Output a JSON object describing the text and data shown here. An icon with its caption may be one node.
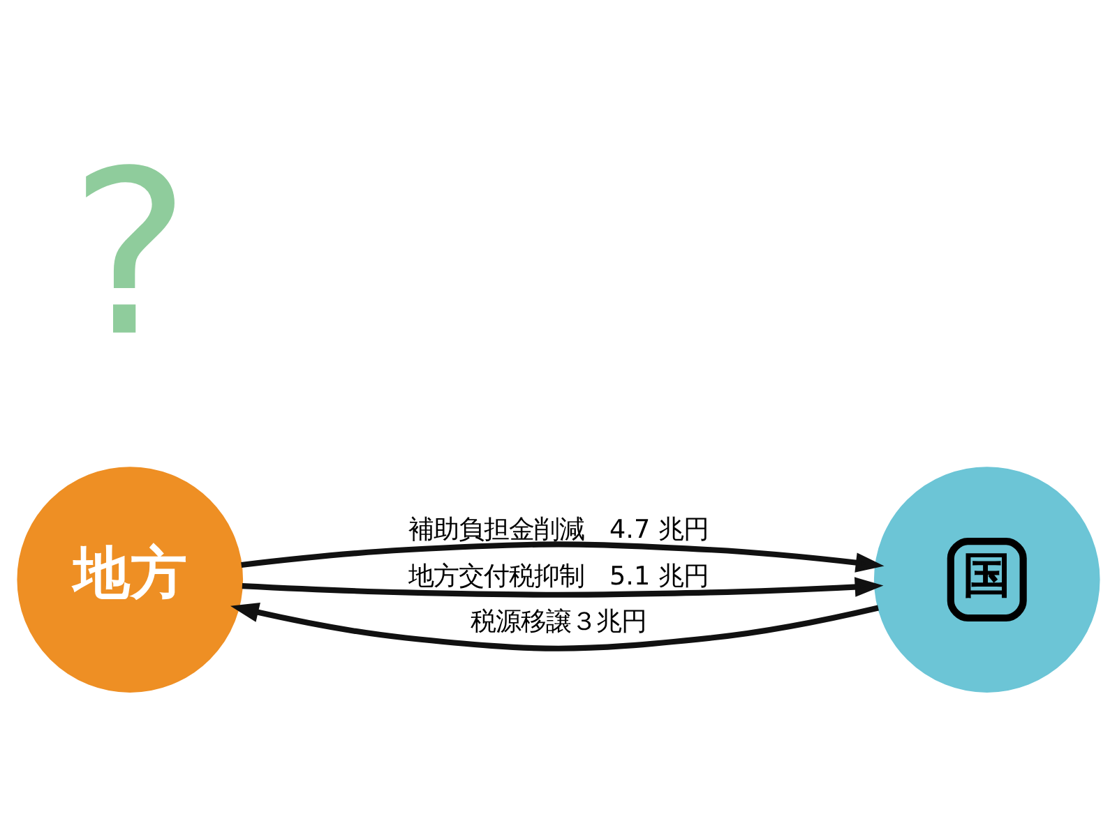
{
  "diagram": {
    "nodes": [
      {
        "text": [
          "地方"
        ]
      },
      {
        "text": [
          "国"
        ]
      }
    ],
    "edges": [
      {
        "from": 0,
        "to": 1,
        "arrow": "to",
        "label": "補助負担金削減　4.7 兆円"
      },
      {
        "from": 0,
        "to": 1,
        "arrow": "to",
        "label": "地方交付税抑制　5.1 兆円"
      },
      {
        "from": 1,
        "to": 0,
        "arrow": "to",
        "label": "税源移譲３兆円"
      }
    ],
    "labels": [
      "?"
    ]
  }
}
